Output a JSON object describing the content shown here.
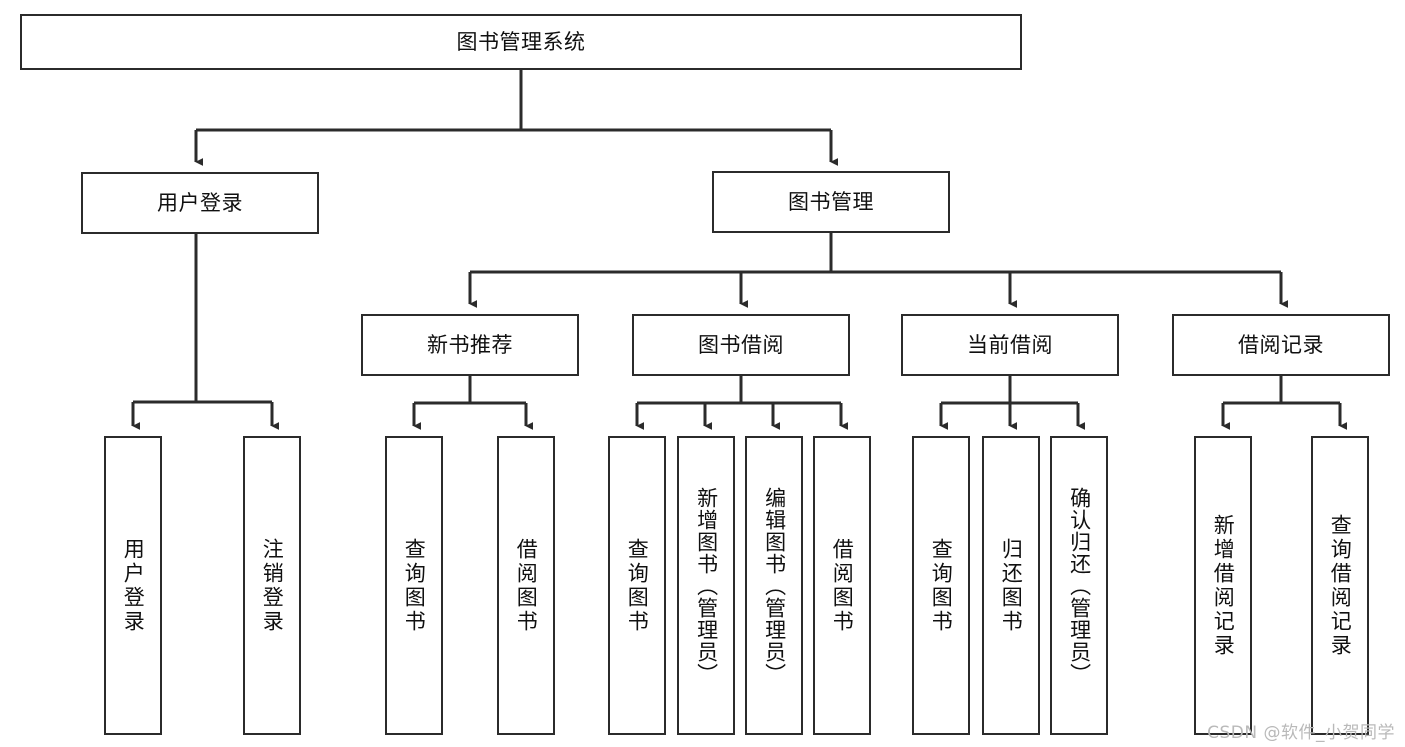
{
  "diagram": {
    "type": "tree",
    "title": "图书管理系统",
    "watermark": "CSDN @软件_小贺同学",
    "levels": 4,
    "root": {
      "id": "root",
      "label": "图书管理系统"
    },
    "level1": [
      {
        "id": "user-login",
        "label": "用户登录"
      },
      {
        "id": "book-manage",
        "label": "图书管理"
      }
    ],
    "level2": [
      {
        "id": "new-book-rec",
        "label": "新书推荐",
        "parent": "book-manage"
      },
      {
        "id": "book-borrow",
        "label": "图书借阅",
        "parent": "book-manage"
      },
      {
        "id": "current-borrow",
        "label": "当前借阅",
        "parent": "book-manage"
      },
      {
        "id": "borrow-record",
        "label": "借阅记录",
        "parent": "book-manage"
      }
    ],
    "leaves": [
      {
        "id": "leaf-user-login",
        "label": "用户登录",
        "parent": "user-login"
      },
      {
        "id": "leaf-user-logout",
        "label": "注销登录",
        "parent": "user-login"
      },
      {
        "id": "leaf-rec-query",
        "label": "查询图书",
        "parent": "new-book-rec"
      },
      {
        "id": "leaf-rec-borrow",
        "label": "借阅图书",
        "parent": "new-book-rec"
      },
      {
        "id": "leaf-borrow-query",
        "label": "查询图书",
        "parent": "book-borrow"
      },
      {
        "id": "leaf-borrow-add",
        "label": "新增图书（管理员）",
        "parent": "book-borrow"
      },
      {
        "id": "leaf-borrow-edit",
        "label": "编辑图书（管理员）",
        "parent": "book-borrow"
      },
      {
        "id": "leaf-borrow-lend",
        "label": "借阅图书",
        "parent": "book-borrow"
      },
      {
        "id": "leaf-cur-query",
        "label": "查询图书",
        "parent": "current-borrow"
      },
      {
        "id": "leaf-cur-return",
        "label": "归还图书",
        "parent": "current-borrow"
      },
      {
        "id": "leaf-cur-confirm",
        "label": "确认归还（管理员）",
        "parent": "current-borrow"
      },
      {
        "id": "leaf-rec-add",
        "label": "新增借阅记录",
        "parent": "borrow-record"
      },
      {
        "id": "leaf-rec-query2",
        "label": "查询借阅记录",
        "parent": "borrow-record"
      }
    ],
    "colors": {
      "stroke": "#2b2b2b",
      "fill": "#ffffff",
      "text": "#101010",
      "watermark": "#b9b9b9"
    }
  }
}
